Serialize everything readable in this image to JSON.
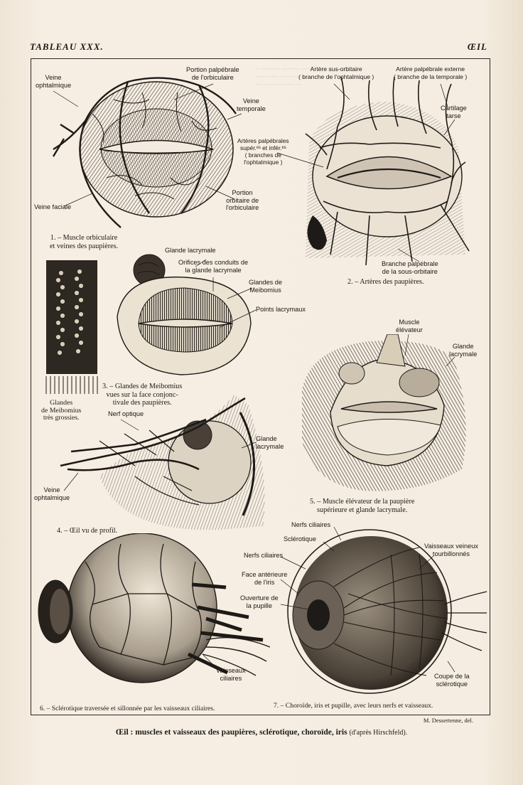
{
  "header": {
    "left": "TABLEAU XXX.",
    "right": "ŒIL"
  },
  "figures": {
    "fig1": {
      "caption": "1. – Muscle orbiculaire\net veines des paupières.",
      "labels": {
        "veine_ophtalmique": "Veine\nophtalmique",
        "portion_palpebrale": "Portion palpébrale\nde l'orbiculaire",
        "veine_temporale": "Veine\ntemporale",
        "veine_faciale": "Veine faciale",
        "portion_orbitaire": "Portion\norbitaire de\nl'orbiculaire"
      }
    },
    "fig2": {
      "caption": "2. – Artères des paupières.",
      "labels": {
        "artere_sus_orbitaire": "Artère sus-orbitaire\n( branche de l'ophtalmique )",
        "artere_palpebrale_externe": "Artère palpébrale externe\n( branche de la temporale )",
        "cartilage_tarse": "Cartilage\ntarse",
        "arteres_palpebrales": "Artères palpébrales\nsupér.ᵉˢ et infér.ᵉˢ\n( branches de\nl'ophtalmique )",
        "branche_palpebrale": "Branche palpébrale\nde la sous-orbitaire"
      }
    },
    "fig3": {
      "caption": "3. – Glandes de Meibomius\nvues sur la face conjonc-\ntivale des paupières.",
      "side_caption": "Glandes\nde Meibomius\ntrès grossies.",
      "labels": {
        "glande_lacrymale": "Glande lacrymale",
        "orifices": "Orifices des conduits de\nla glande lacrymale",
        "glandes_meibomius": "Glandes de\nMeibomius",
        "points_lacrymaux": "Points lacrymaux"
      }
    },
    "fig4": {
      "caption": "4. – Œil vu de profil.",
      "labels": {
        "nerf_optique": "Nerf optique",
        "glande_lacrymale": "Glande\nlacrymale",
        "veine_ophtalmique": "Veine\nophtalmique"
      }
    },
    "fig5": {
      "caption": "5. – Muscle élévateur de la paupière\nsupérieure et glande lacrymale.",
      "labels": {
        "muscle_elevateur": "Muscle\nélévateur",
        "glande_lacrymale": "Glande\nlacrymale"
      }
    },
    "fig6": {
      "caption": "6. – Sclérotique traversée et sillonnée par les vaisseaux ciliaires.",
      "labels": {
        "vaisseaux_ciliaires": "Vaisseaux\nciliaires"
      }
    },
    "fig7": {
      "caption": "7. – Choroïde, iris et pupille, avec leurs nerfs et vaisseaux.",
      "labels": {
        "nerfs_ciliaires_top": "Nerfs ciliaires",
        "sclerotique": "Sclérotique",
        "vaisseaux_veineux": "Vaisseaux veineux\ntourbillonnés",
        "nerfs_ciliaires": "Nerfs ciliaires",
        "face_anterieure": "Face antérieure\nde l'iris",
        "ouverture_pupille": "Ouverture de\nla pupille",
        "coupe_sclerotique": "Coupe de la\nsclérotique"
      }
    }
  },
  "credit": "M. Dessertenne, del.",
  "footer": {
    "title": "Œil : muscles et vaisseaux des paupières, sclérotique, choroïde, iris",
    "source": "(d'après Hirschfeld)."
  },
  "colors": {
    "paper": "#f3ebdf",
    "ink": "#1c1a17",
    "shade": "#6b6259"
  }
}
